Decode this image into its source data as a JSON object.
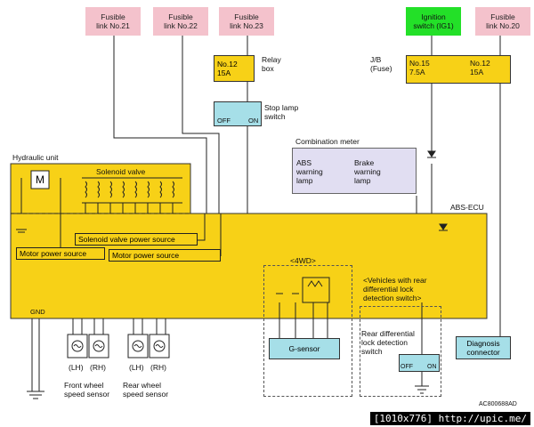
{
  "fusible_links": {
    "fl21": "Fusible\nlink No.21",
    "fl22": "Fusible\nlink No.22",
    "fl23": "Fusible\nlink No.23",
    "fl20": "Fusible\nlink No.20"
  },
  "ignition_switch": "Ignition\nswitch (IG1)",
  "relay_box": {
    "fuse": "No.12\n15A",
    "label": "Relay\nbox"
  },
  "jb": {
    "label": "J/B\n(Fuse)",
    "fuse_a": "No.15\n7.5A",
    "fuse_b": "No.12\n15A"
  },
  "stop_lamp": {
    "label": "Stop lamp\nswitch",
    "off": "OFF",
    "on": "ON"
  },
  "combination_meter": {
    "title": "Combination meter",
    "abs_lamp": "ABS\nwarning\nlamp",
    "brake_lamp": "Brake\nwarning\nlamp"
  },
  "hydraulic_unit": "Hydraulic unit",
  "solenoid_valve": "Solenoid valve",
  "motor_symbol": "M",
  "abs_ecu": "ABS-ECU",
  "solenoid_power": "Solenoid valve power source",
  "motor_power_left": "Motor power source",
  "motor_power_right": "Motor power source",
  "fourwd": "<4WD>",
  "g_sensor": "G-sensor",
  "rear_diff_note": "<Vehicles with rear\ndifferential lock\ndetection switch>",
  "rear_diff_switch": {
    "label": "Rear differential\nlock detection\nswitch",
    "off": "OFF",
    "on": "ON"
  },
  "diagnosis_connector": "Diagnosis\nconnector",
  "gnd": "GND",
  "wheel_sensors": {
    "front_lh": "(LH)",
    "front_rh": "(RH)",
    "rear_lh": "(LH)",
    "rear_rh": "(RH)",
    "front_label": "Front wheel\nspeed sensor",
    "rear_label": "Rear wheel\nspeed sensor"
  },
  "ref_code": "AC800688AD",
  "footer": "[1010x776] http://upic.me/",
  "colors": {
    "pink": "#f4c2cc",
    "green": "#23e028",
    "yellow": "#f7d117",
    "cyan": "#a6dfe8",
    "meter": "#e1def2"
  }
}
